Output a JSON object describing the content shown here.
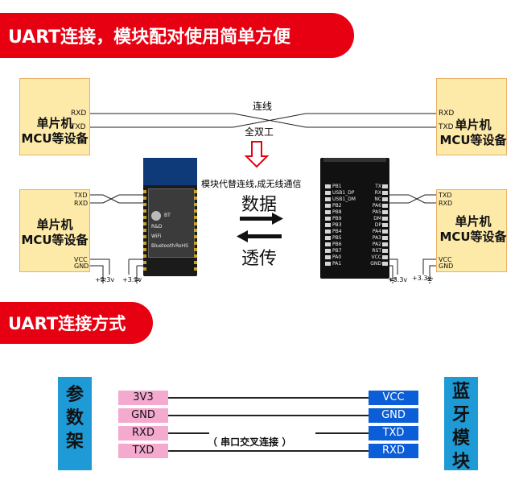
{
  "banners": {
    "top": "UART连接，模块配对使用简单方便",
    "mid": "UART连接方式"
  },
  "mcu_label": {
    "line1": "单片机",
    "line2": "MCU等设备"
  },
  "pins": {
    "rxd": "RXD",
    "txd": "TXD",
    "vcc": "VCC",
    "gnd": "GND",
    "v33": "+3.3v"
  },
  "annotations": {
    "wire": "连线",
    "duplex": "全双工",
    "replace": "模块代替连线,成无线通信",
    "data": "数据",
    "transmit": "透传",
    "cross": "（ 串口交叉连接 ）"
  },
  "module_left": {
    "lines": [
      "BT",
      "R&D",
      "WiFi",
      "Bluetooth",
      "RoHS"
    ]
  },
  "module_right": {
    "left_pins": [
      "PB1",
      "USB1_DP",
      "USB1_DM",
      "PB2",
      "PB8",
      "PB9",
      "PB3",
      "PB4",
      "PB5",
      "PB6",
      "PB7",
      "PA0",
      "PA1"
    ],
    "right_pins": [
      "TX",
      "RX",
      "NC",
      "PA6",
      "PA5",
      "DM",
      "DP",
      "PA4",
      "PA3",
      "PA2",
      "RST",
      "VCC",
      "GND"
    ]
  },
  "wiring": {
    "left_title": "参数架",
    "right_title": "蓝牙模块",
    "left_pins": [
      "3V3",
      "GND",
      "RXD",
      "TXD"
    ],
    "right_pins": [
      "VCC",
      "GND",
      "TXD",
      "RXD"
    ]
  },
  "colors": {
    "banner": "#e60012",
    "mcu_box": "#fde9a8",
    "accent_blue": "#1e9ad6",
    "pink": "#f4a9cf",
    "module_blue": "#0b5ed7"
  }
}
